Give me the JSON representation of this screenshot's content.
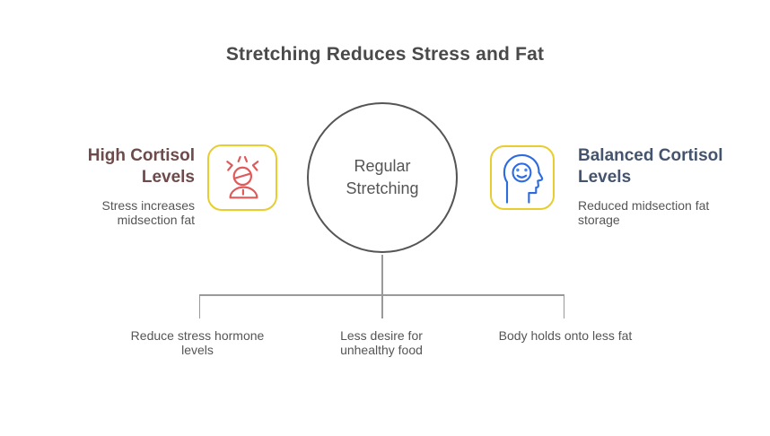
{
  "title": "Stretching Reduces Stress and Fat",
  "center": {
    "label": "Regular Stretching"
  },
  "left": {
    "heading": "High Cortisol Levels",
    "description": "Stress increases midsection fat",
    "icon": "stressed-person"
  },
  "right": {
    "heading": "Balanced Cortisol Levels",
    "description": "Reduced midsection fat storage",
    "icon": "head-profile-smile"
  },
  "outcomes": [
    "Reduce stress hormone levels",
    "Less desire for unhealthy food",
    "Body holds onto less fat"
  ],
  "colors": {
    "background": "#ffffff",
    "title_text": "#4a4a4a",
    "high_cortisol_heading": "#6e4a4a",
    "balanced_cortisol_heading": "#44546e",
    "body_text": "#555555",
    "circle_stroke": "#555555",
    "connector": "#999999",
    "icon_red": "#e05a5a",
    "icon_blue": "#2e6be0",
    "icon_card_border": "#e7ce2e"
  }
}
